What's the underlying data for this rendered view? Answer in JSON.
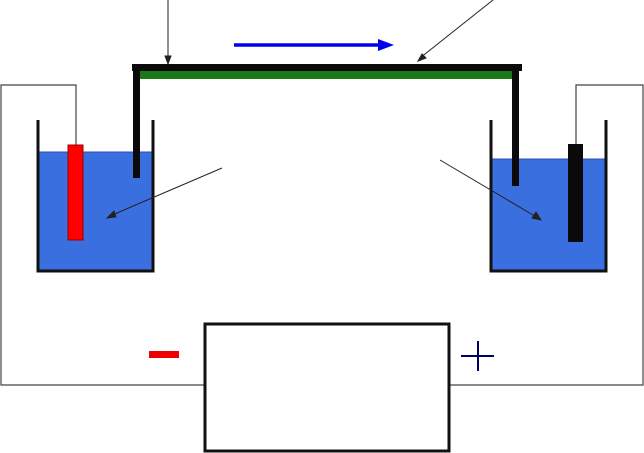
{
  "diagram": {
    "type": "electrophoresis-apparatus",
    "components": {
      "left-buffer-chamber": {
        "electrode": "negative",
        "electrode_color": "#ff0000"
      },
      "right-buffer-chamber": {
        "electrode": "positive",
        "electrode_color": "#000000"
      },
      "gel-strip": {
        "color": "#1a7a1a"
      },
      "migration-arrow": {
        "direction": "left-to-right",
        "color": "#0000ee"
      },
      "power-supply": {
        "negative_sign_color": "#ee0000",
        "positive_sign_color": "#000066"
      }
    },
    "colors": {
      "buffer": "#3a6fe0",
      "frame": "#111111",
      "wire": "#444444"
    }
  }
}
